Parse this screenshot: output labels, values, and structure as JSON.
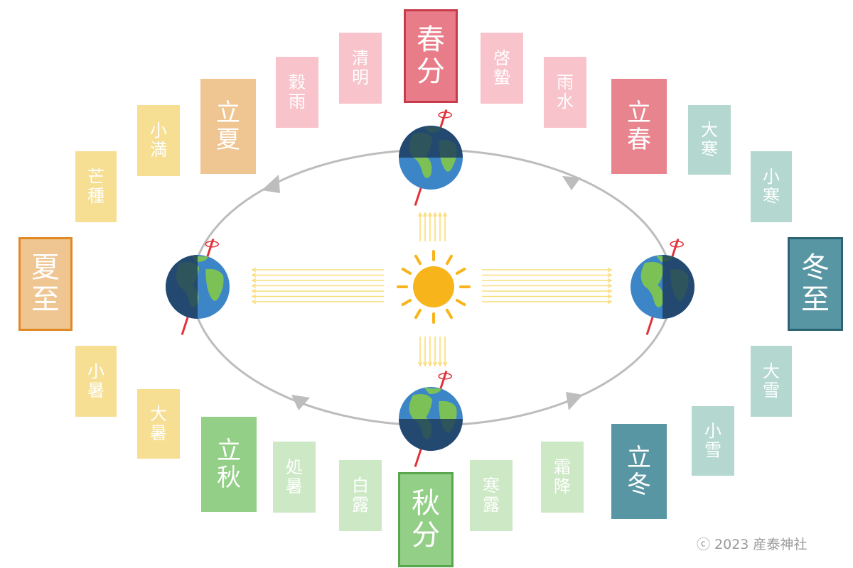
{
  "solar_terms": [
    {
      "id": "shunbun",
      "chars": [
        "春",
        "分"
      ],
      "season": "spring",
      "major": true
    },
    {
      "id": "seimei",
      "chars": [
        "清",
        "明"
      ],
      "season": "spring"
    },
    {
      "id": "kokuu",
      "chars": [
        "穀",
        "雨"
      ],
      "season": "spring"
    },
    {
      "id": "rikka",
      "chars": [
        "立",
        "夏"
      ],
      "season": "summer",
      "start": true
    },
    {
      "id": "shouman",
      "chars": [
        "小",
        "満"
      ],
      "season": "summer"
    },
    {
      "id": "boushu",
      "chars": [
        "芒",
        "種"
      ],
      "season": "summer"
    },
    {
      "id": "geshi",
      "chars": [
        "夏",
        "至"
      ],
      "season": "summer",
      "major": true
    },
    {
      "id": "shousho",
      "chars": [
        "小",
        "暑"
      ],
      "season": "summer"
    },
    {
      "id": "taisho",
      "chars": [
        "大",
        "暑"
      ],
      "season": "summer"
    },
    {
      "id": "risshuu",
      "chars": [
        "立",
        "秋"
      ],
      "season": "autumn",
      "start": true
    },
    {
      "id": "shosho",
      "chars": [
        "処",
        "暑"
      ],
      "season": "autumn"
    },
    {
      "id": "hakuro",
      "chars": [
        "白",
        "露"
      ],
      "season": "autumn"
    },
    {
      "id": "shuubun",
      "chars": [
        "秋",
        "分"
      ],
      "season": "autumn",
      "major": true
    },
    {
      "id": "kanro",
      "chars": [
        "寒",
        "露"
      ],
      "season": "autumn"
    },
    {
      "id": "soukou",
      "chars": [
        "霜",
        "降"
      ],
      "season": "autumn"
    },
    {
      "id": "rittou",
      "chars": [
        "立",
        "冬"
      ],
      "season": "winter",
      "start": true
    },
    {
      "id": "shousetsu",
      "chars": [
        "小",
        "雪"
      ],
      "season": "winter"
    },
    {
      "id": "taisetsu",
      "chars": [
        "大",
        "雪"
      ],
      "season": "winter"
    },
    {
      "id": "touji",
      "chars": [
        "冬",
        "至"
      ],
      "season": "winter",
      "major": true
    },
    {
      "id": "shoukan",
      "chars": [
        "小",
        "寒"
      ],
      "season": "winter"
    },
    {
      "id": "daikan",
      "chars": [
        "大",
        "寒"
      ],
      "season": "winter"
    },
    {
      "id": "risshun",
      "chars": [
        "立",
        "春"
      ],
      "season": "spring",
      "start": true
    },
    {
      "id": "usui",
      "chars": [
        "雨",
        "水"
      ],
      "season": "spring"
    },
    {
      "id": "keichitsu",
      "chars": [
        "啓",
        "蟄"
      ],
      "season": "spring"
    }
  ],
  "season_colors": {
    "spring": {
      "minor": "#f8c3cb",
      "start": "#e8848d",
      "major": "#e87c88",
      "border": "#c93a4c"
    },
    "summer": {
      "minor": "#f6de92",
      "start": "#efc592",
      "major": "#efc592",
      "border": "#e08a26"
    },
    "autumn": {
      "minor": "#cde8c5",
      "start": "#93cf87",
      "major": "#93cf87",
      "border": "#5aa64e"
    },
    "winter": {
      "minor": "#b4d8cf",
      "start": "#5896a4",
      "major": "#5896a4",
      "border": "#2d6474"
    }
  },
  "diagram_colors": {
    "orbit": "#bdbdbd",
    "sun": "#f7b51b",
    "rays": "#f9dd7a",
    "ocean": "#3c86c8",
    "night": "#1d3c5e",
    "land": "#7cc155",
    "axis": "#e0333a"
  },
  "earths": [
    "spring-equinox",
    "summer-solstice",
    "autumn-equinox",
    "winter-solstice"
  ],
  "copyright": "ⓒ 2023 産泰神社"
}
